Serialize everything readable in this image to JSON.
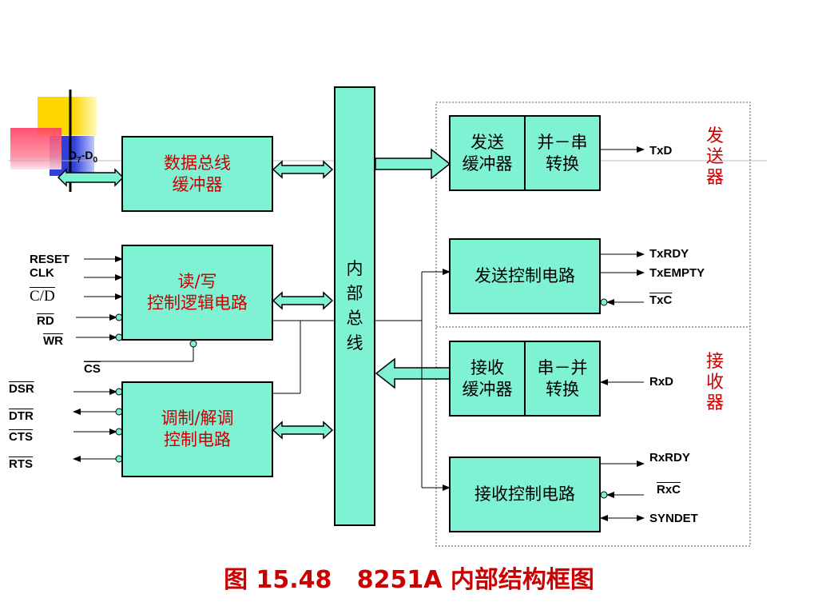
{
  "blocks": {
    "data_bus_buffer": "数据总线\n缓冲器",
    "rw_logic": "读/写\n控制逻辑电路",
    "modem_control": "调制/解调\n控制电路",
    "internal_bus": "内部总线",
    "tx_buffer": "发送\n缓冲器",
    "p2s": "并－串\n转换",
    "tx_control": "发送控制电路",
    "rx_buffer": "接收\n缓冲器",
    "s2p": "串－并\n转换",
    "rx_control": "接收控制电路"
  },
  "side_labels": {
    "transmitter": "发送器",
    "receiver": "接收器"
  },
  "signals": {
    "d7": "D",
    "d7_sub": "7",
    "dash": "-",
    "d0": "D",
    "d0_sub": "0",
    "reset": "RESET",
    "clk": "CLK",
    "cd": "C/D",
    "rd": "RD",
    "wr": "WR",
    "cs": "CS",
    "dsr": "DSR",
    "dtr": "DTR",
    "cts": "CTS",
    "rts": "RTS",
    "txd": "TxD",
    "txrdy": "TxRDY",
    "txempty": "TxEMPTY",
    "txc": "TxC",
    "rxd": "RxD",
    "rxrdy": "RxRDY",
    "rxc": "RxC",
    "syndet": "SYNDET"
  },
  "caption": "图 15.48   8251A 内部结构框图",
  "colors": {
    "block_fill": "#7ff2d4",
    "accent_red": "#cc0000",
    "deco_yellow": "#ffd700",
    "deco_blue": "#3040d8",
    "deco_red": "#ff4060"
  }
}
